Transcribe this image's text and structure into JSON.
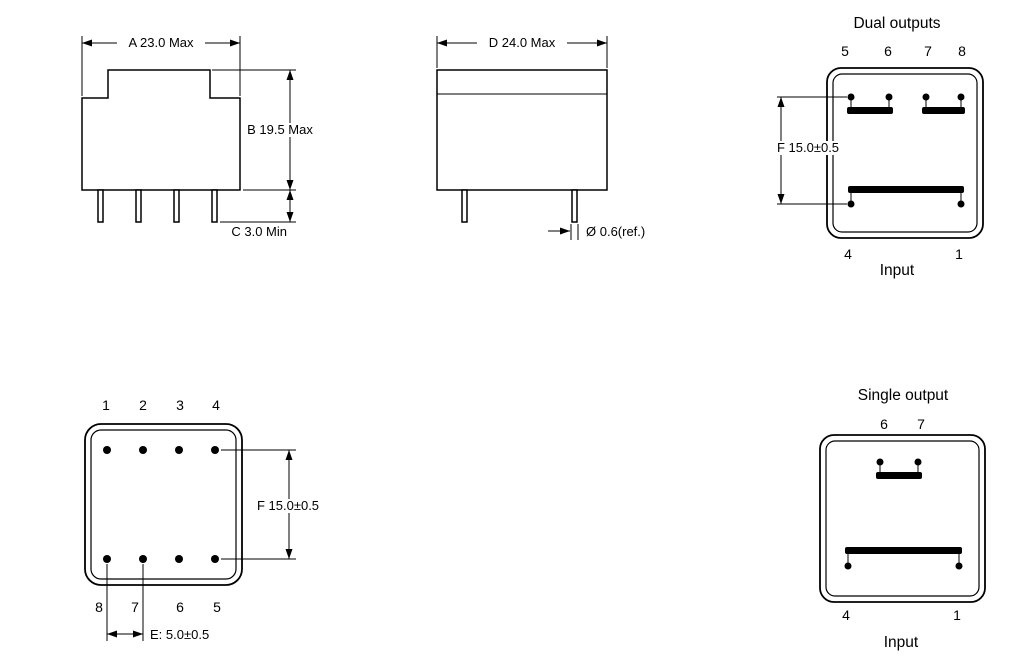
{
  "colors": {
    "line": "#000000",
    "background": "#ffffff"
  },
  "front_view": {
    "dim_width": "A 23.0 Max",
    "dim_height": "B 19.5 Max",
    "dim_pin_length": "C 3.0 Min"
  },
  "side_view": {
    "dim_width": "D 24.0 Max",
    "dim_pin_diameter": "Ø 0.6(ref.)"
  },
  "dual_outputs": {
    "title": "Dual outputs",
    "top_pins": [
      "5",
      "6",
      "7",
      "8"
    ],
    "dim_pin_span": "F 15.0±0.5",
    "bottom_left_pin": "4",
    "bottom_right_pin": "1",
    "input_label": "Input"
  },
  "bottom_view": {
    "top_pins": [
      "1",
      "2",
      "3",
      "4"
    ],
    "bottom_pins": [
      "8",
      "7",
      "6",
      "5"
    ],
    "dim_pin_span": "F 15.0±0.5",
    "dim_pin_pitch": "E: 5.0±0.5"
  },
  "single_output": {
    "title": "Single output",
    "top_pins": [
      "6",
      "7"
    ],
    "bottom_left_pin": "4",
    "bottom_right_pin": "1",
    "input_label": "Input"
  }
}
